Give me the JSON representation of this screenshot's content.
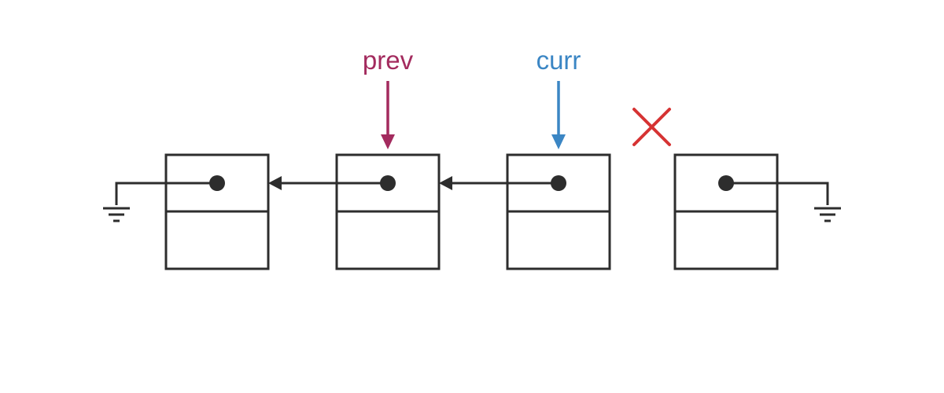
{
  "diagram": {
    "description": "singly linked list reversal step",
    "node_count": 4,
    "pointer_labels": [
      {
        "id": "prev",
        "text": "prev",
        "color": "#a32b5e"
      },
      {
        "id": "curr",
        "text": "curr",
        "color": "#3b86c4"
      }
    ],
    "colors": {
      "ink": "#2d2d2d",
      "broken_link": "#d63333",
      "background": "#ffffff"
    }
  }
}
